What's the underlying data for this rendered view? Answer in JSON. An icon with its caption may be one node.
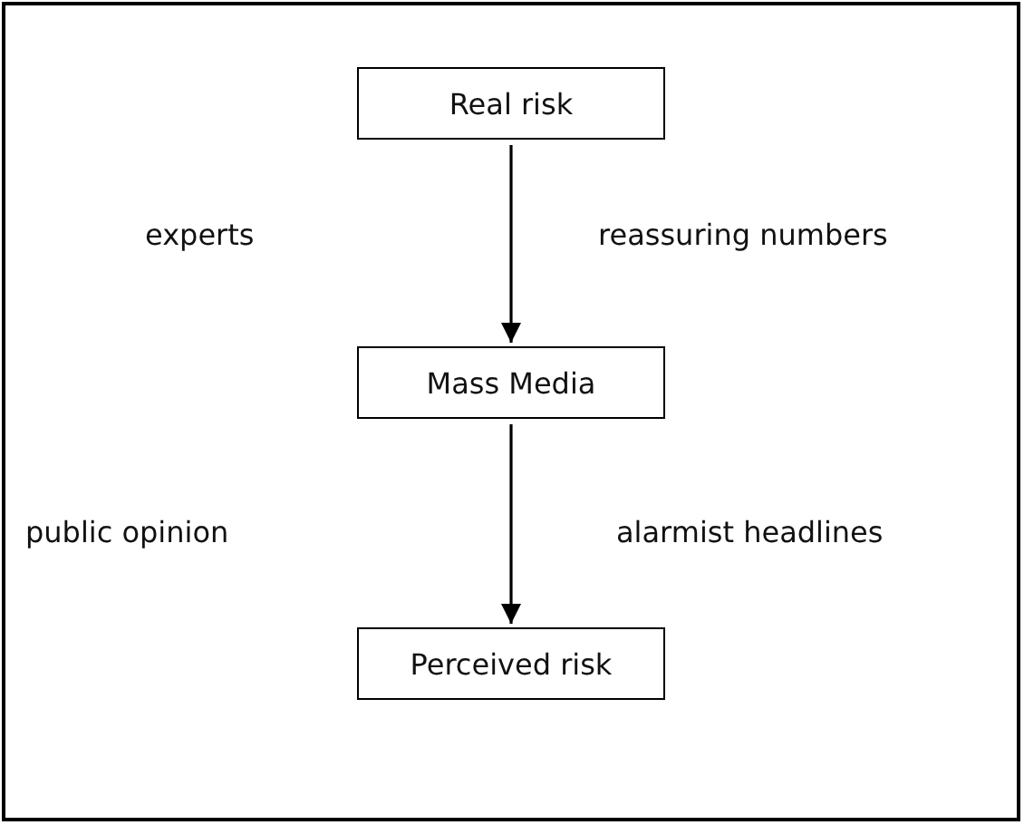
{
  "diagram": {
    "nodes": [
      {
        "text": [
          "Real risk"
        ]
      },
      {
        "text": [
          "Mass Media"
        ]
      },
      {
        "text": [
          "Perceived risk"
        ]
      }
    ],
    "edges": [
      {
        "from": 0,
        "to": 1,
        "arrow": "to"
      },
      {
        "from": 1,
        "to": 2,
        "arrow": "to"
      }
    ],
    "labels": [
      "experts",
      "reassuring numbers",
      "public opinion",
      "alarmist headlines"
    ]
  }
}
